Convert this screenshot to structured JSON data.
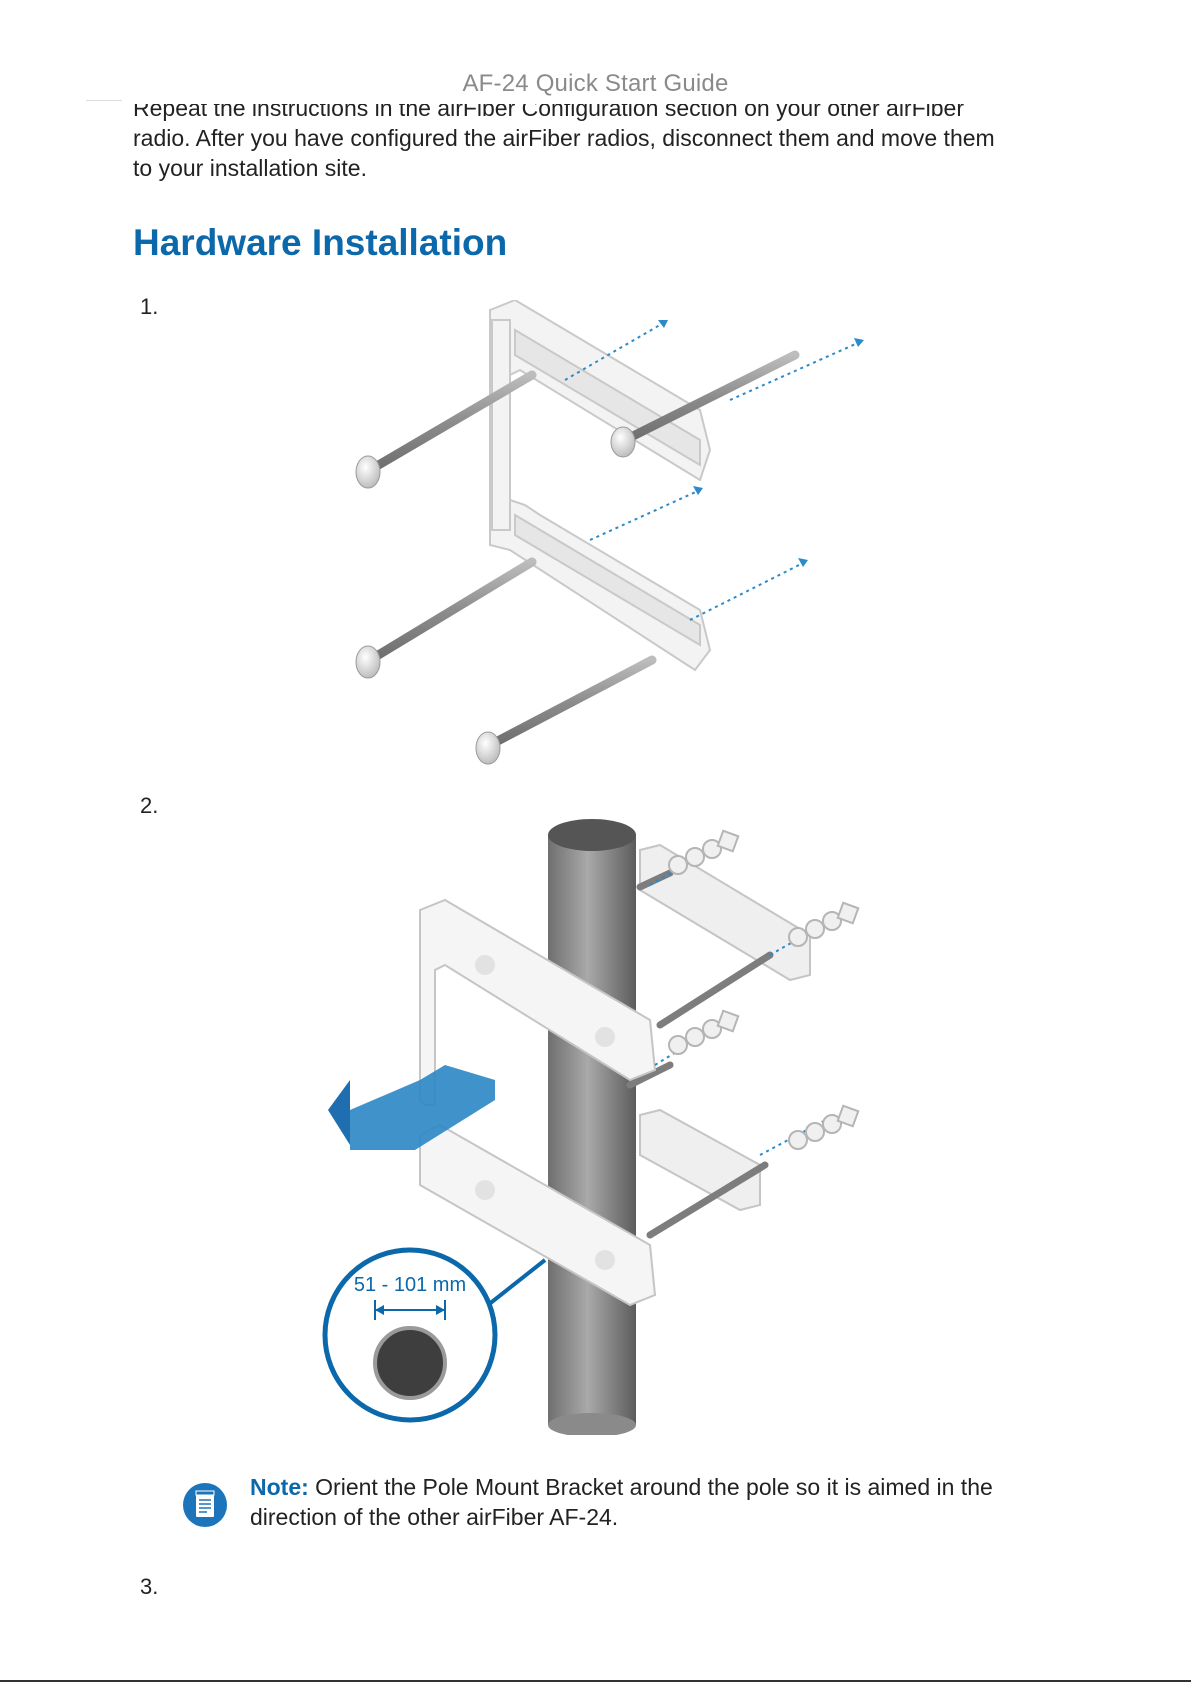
{
  "header": {
    "title": "AF-24 Quick Start Guide"
  },
  "intro": {
    "line1": "Repeat the instructions in the airFiber Configuration section on your other airFiber",
    "line2": "radio. After you have configured the airFiber radios, disconnect them and move them",
    "line3": "to your installation site."
  },
  "section": {
    "title": "Hardware Installation"
  },
  "steps": [
    {
      "number": "1."
    },
    {
      "number": "2."
    },
    {
      "number": "3."
    }
  ],
  "figure2": {
    "pole_size_label": "51 - 101 mm"
  },
  "note": {
    "label": "Note:",
    "text": " Orient the Pole Mount Bracket around the pole so it is aimed in the direction of the other airFiber AF-24."
  },
  "colors": {
    "accent": "#0b68ab",
    "arrow": "#2b8ac9",
    "pole": "#8e8e8e"
  }
}
